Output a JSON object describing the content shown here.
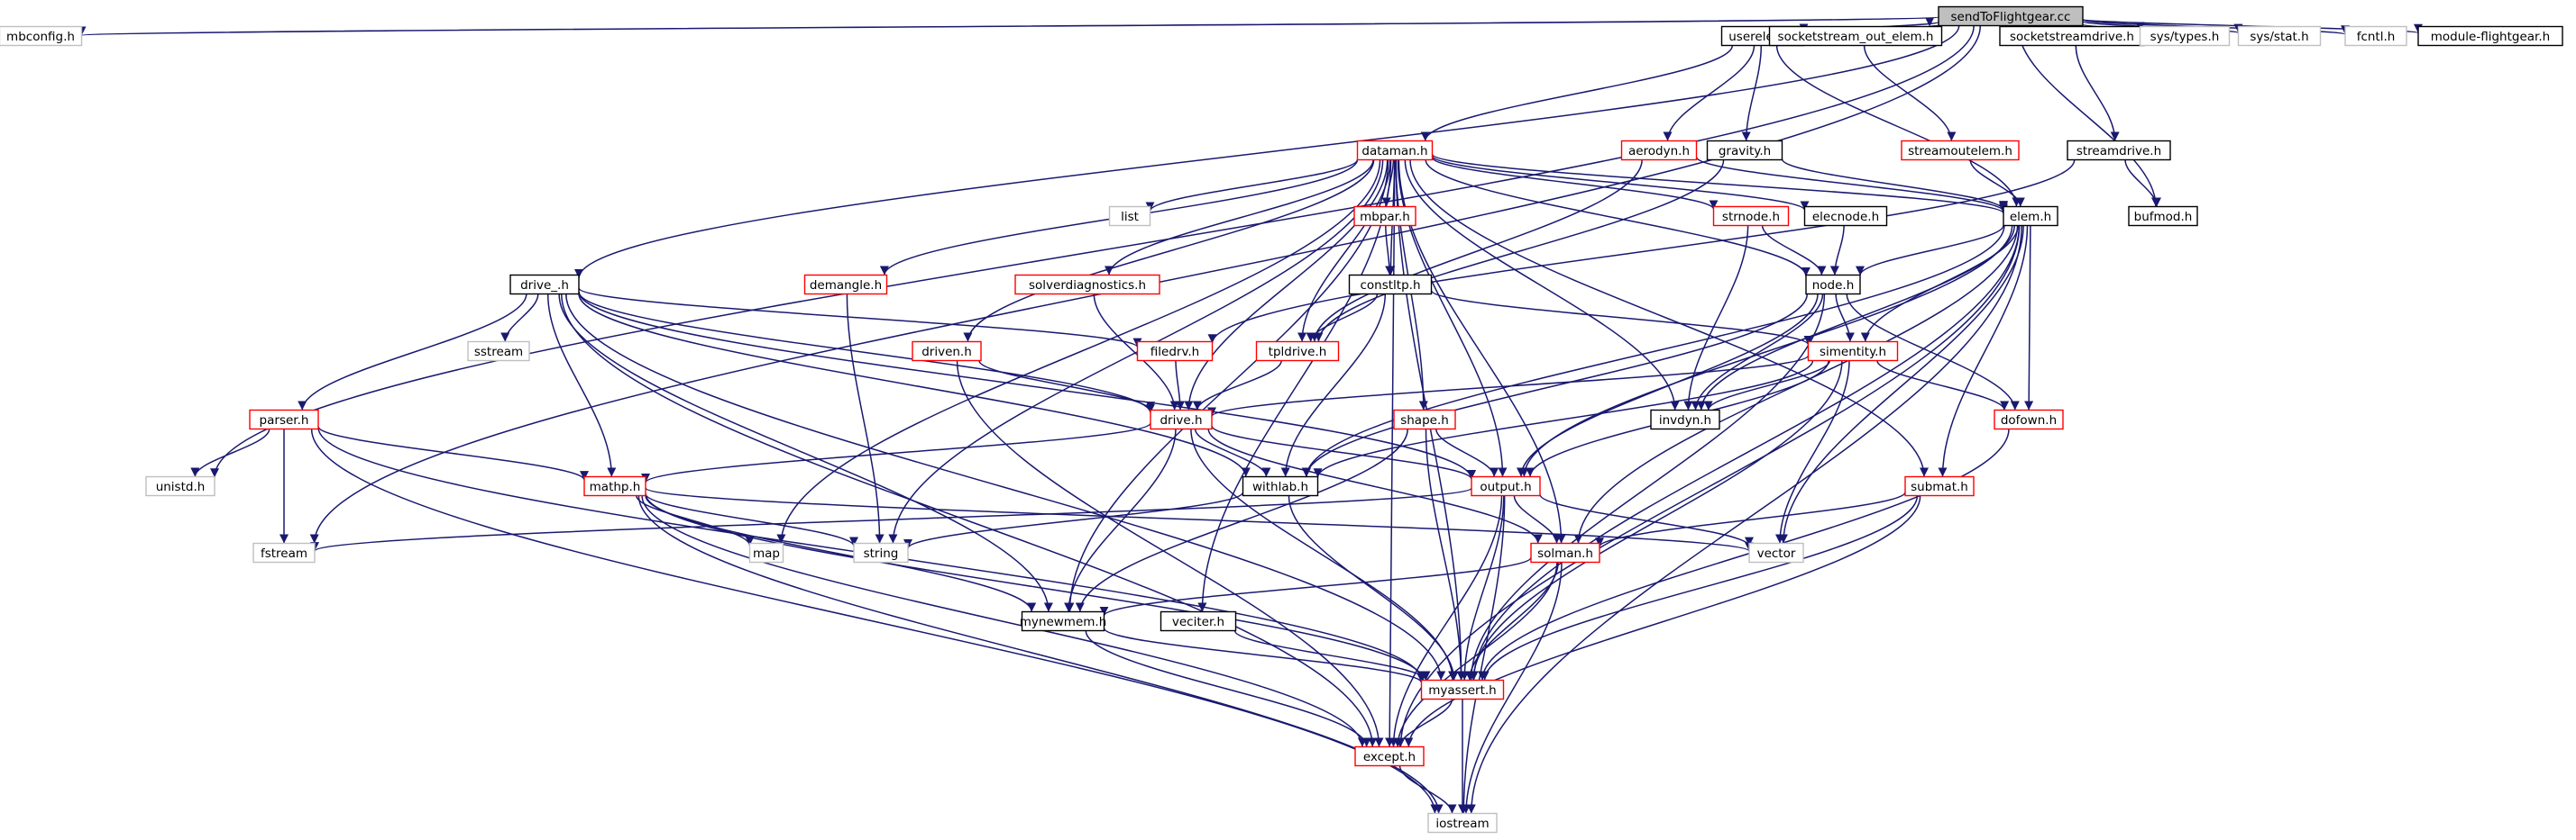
{
  "graph": {
    "nodes": [
      {
        "id": "sendToFlightgear_cc",
        "label": "sendToFlightgear.cc",
        "kind": "root"
      },
      {
        "id": "mbconfig_h",
        "label": "mbconfig.h",
        "kind": "system"
      },
      {
        "id": "userelem_h",
        "label": "userelem.h",
        "kind": "normal"
      },
      {
        "id": "socketstream_out_elem_h",
        "label": "socketstream_out_elem.h",
        "kind": "normal"
      },
      {
        "id": "socketstreamdrive_h",
        "label": "socketstreamdrive.h",
        "kind": "normal"
      },
      {
        "id": "sys_types_h",
        "label": "sys/types.h",
        "kind": "system"
      },
      {
        "id": "sys_stat_h",
        "label": "sys/stat.h",
        "kind": "system"
      },
      {
        "id": "fcntl_h",
        "label": "fcntl.h",
        "kind": "system"
      },
      {
        "id": "module_flightgear_h",
        "label": "module-flightgear.h",
        "kind": "normal"
      },
      {
        "id": "dataman_h",
        "label": "dataman.h",
        "kind": "truncated"
      },
      {
        "id": "aerodyn_h",
        "label": "aerodyn.h",
        "kind": "truncated"
      },
      {
        "id": "gravity_h",
        "label": "gravity.h",
        "kind": "normal"
      },
      {
        "id": "streamoutelem_h",
        "label": "streamoutelem.h",
        "kind": "truncated"
      },
      {
        "id": "streamdrive_h",
        "label": "streamdrive.h",
        "kind": "normal"
      },
      {
        "id": "list",
        "label": "list",
        "kind": "system"
      },
      {
        "id": "mbpar_h",
        "label": "mbpar.h",
        "kind": "truncated"
      },
      {
        "id": "strnode_h",
        "label": "strnode.h",
        "kind": "truncated"
      },
      {
        "id": "elecnode_h",
        "label": "elecnode.h",
        "kind": "normal"
      },
      {
        "id": "elem_h",
        "label": "elem.h",
        "kind": "normal"
      },
      {
        "id": "bufmod_h",
        "label": "bufmod.h",
        "kind": "normal"
      },
      {
        "id": "demangle_h",
        "label": "demangle.h",
        "kind": "truncated"
      },
      {
        "id": "solverdiagnostics_h",
        "label": "solverdiagnostics.h",
        "kind": "truncated"
      },
      {
        "id": "constltp_h",
        "label": "constltp.h",
        "kind": "normal"
      },
      {
        "id": "node_h",
        "label": "node.h",
        "kind": "normal"
      },
      {
        "id": "drive__h",
        "label": "drive_.h",
        "kind": "normal"
      },
      {
        "id": "sstream",
        "label": "sstream",
        "kind": "system"
      },
      {
        "id": "driven_h",
        "label": "driven.h",
        "kind": "truncated"
      },
      {
        "id": "filedrv_h",
        "label": "filedrv.h",
        "kind": "truncated"
      },
      {
        "id": "tpldrive_h",
        "label": "tpldrive.h",
        "kind": "truncated"
      },
      {
        "id": "simentity_h",
        "label": "simentity.h",
        "kind": "truncated"
      },
      {
        "id": "parser_h",
        "label": "parser.h",
        "kind": "truncated"
      },
      {
        "id": "drive_h",
        "label": "drive.h",
        "kind": "truncated"
      },
      {
        "id": "shape_h",
        "label": "shape.h",
        "kind": "truncated"
      },
      {
        "id": "invdyn_h",
        "label": "invdyn.h",
        "kind": "normal"
      },
      {
        "id": "dofown_h",
        "label": "dofown.h",
        "kind": "truncated"
      },
      {
        "id": "unistd_h",
        "label": "unistd.h",
        "kind": "system"
      },
      {
        "id": "mathp_h",
        "label": "mathp.h",
        "kind": "truncated"
      },
      {
        "id": "withlab_h",
        "label": "withlab.h",
        "kind": "normal"
      },
      {
        "id": "output_h",
        "label": "output.h",
        "kind": "truncated"
      },
      {
        "id": "submat_h",
        "label": "submat.h",
        "kind": "truncated"
      },
      {
        "id": "fstream",
        "label": "fstream",
        "kind": "system"
      },
      {
        "id": "map",
        "label": "map",
        "kind": "system"
      },
      {
        "id": "string",
        "label": "string",
        "kind": "system"
      },
      {
        "id": "solman_h",
        "label": "solman.h",
        "kind": "truncated"
      },
      {
        "id": "vector",
        "label": "vector",
        "kind": "system"
      },
      {
        "id": "mynewmem_h",
        "label": "mynewmem.h",
        "kind": "normal"
      },
      {
        "id": "veciter_h",
        "label": "veciter.h",
        "kind": "normal"
      },
      {
        "id": "myassert_h",
        "label": "myassert.h",
        "kind": "truncated"
      },
      {
        "id": "except_h",
        "label": "except.h",
        "kind": "truncated"
      },
      {
        "id": "iostream",
        "label": "iostream",
        "kind": "system"
      }
    ],
    "edges": [
      [
        "sendToFlightgear_cc",
        "mbconfig_h"
      ],
      [
        "sendToFlightgear_cc",
        "drive__h"
      ],
      [
        "sendToFlightgear_cc",
        "unistd_h"
      ],
      [
        "sendToFlightgear_cc",
        "fstream"
      ],
      [
        "sendToFlightgear_cc",
        "userelem_h"
      ],
      [
        "sendToFlightgear_cc",
        "socketstream_out_elem_h"
      ],
      [
        "sendToFlightgear_cc",
        "bufmod_h"
      ],
      [
        "sendToFlightgear_cc",
        "socketstreamdrive_h"
      ],
      [
        "sendToFlightgear_cc",
        "sys_types_h"
      ],
      [
        "sendToFlightgear_cc",
        "sys_stat_h"
      ],
      [
        "sendToFlightgear_cc",
        "fcntl_h"
      ],
      [
        "sendToFlightgear_cc",
        "module_flightgear_h"
      ],
      [
        "userelem_h",
        "dataman_h"
      ],
      [
        "userelem_h",
        "aerodyn_h"
      ],
      [
        "userelem_h",
        "gravity_h"
      ],
      [
        "userelem_h",
        "elem_h"
      ],
      [
        "socketstream_out_elem_h",
        "streamoutelem_h"
      ],
      [
        "socketstreamdrive_h",
        "streamdrive_h"
      ],
      [
        "streamoutelem_h",
        "elem_h"
      ],
      [
        "streamdrive_h",
        "bufmod_h"
      ],
      [
        "streamdrive_h",
        "filedrv_h"
      ],
      [
        "aerodyn_h",
        "elem_h"
      ],
      [
        "aerodyn_h",
        "tpldrive_h"
      ],
      [
        "gravity_h",
        "elem_h"
      ],
      [
        "gravity_h",
        "tpldrive_h"
      ],
      [
        "dataman_h",
        "list"
      ],
      [
        "dataman_h",
        "mbpar_h"
      ],
      [
        "dataman_h",
        "strnode_h"
      ],
      [
        "dataman_h",
        "elecnode_h"
      ],
      [
        "dataman_h",
        "elem_h"
      ],
      [
        "dataman_h",
        "demangle_h"
      ],
      [
        "dataman_h",
        "solverdiagnostics_h"
      ],
      [
        "dataman_h",
        "constltp_h"
      ],
      [
        "dataman_h",
        "driven_h"
      ],
      [
        "dataman_h",
        "tpldrive_h"
      ],
      [
        "dataman_h",
        "drive_h"
      ],
      [
        "dataman_h",
        "shape_h"
      ],
      [
        "dataman_h",
        "invdyn_h"
      ],
      [
        "dataman_h",
        "output_h"
      ],
      [
        "dataman_h",
        "solman_h"
      ],
      [
        "dataman_h",
        "map"
      ],
      [
        "dataman_h",
        "string"
      ],
      [
        "dataman_h",
        "mynewmem_h"
      ],
      [
        "dataman_h",
        "veciter_h"
      ],
      [
        "dataman_h",
        "myassert_h"
      ],
      [
        "dataman_h",
        "except_h"
      ],
      [
        "dataman_h",
        "node_h"
      ],
      [
        "dataman_h",
        "submat_h"
      ],
      [
        "mbpar_h",
        "constltp_h"
      ],
      [
        "strnode_h",
        "node_h"
      ],
      [
        "strnode_h",
        "invdyn_h"
      ],
      [
        "elecnode_h",
        "node_h"
      ],
      [
        "elem_h",
        "node_h"
      ],
      [
        "elem_h",
        "simentity_h"
      ],
      [
        "elem_h",
        "invdyn_h"
      ],
      [
        "elem_h",
        "dofown_h"
      ],
      [
        "elem_h",
        "withlab_h"
      ],
      [
        "elem_h",
        "output_h"
      ],
      [
        "elem_h",
        "submat_h"
      ],
      [
        "elem_h",
        "solman_h"
      ],
      [
        "elem_h",
        "vector"
      ],
      [
        "elem_h",
        "myassert_h"
      ],
      [
        "elem_h",
        "except_h"
      ],
      [
        "elem_h",
        "iostream"
      ],
      [
        "demangle_h",
        "string"
      ],
      [
        "solverdiagnostics_h",
        "drive_h"
      ],
      [
        "constltp_h",
        "tpldrive_h"
      ],
      [
        "constltp_h",
        "simentity_h"
      ],
      [
        "constltp_h",
        "withlab_h"
      ],
      [
        "node_h",
        "simentity_h"
      ],
      [
        "node_h",
        "dofown_h"
      ],
      [
        "node_h",
        "invdyn_h"
      ],
      [
        "node_h",
        "withlab_h"
      ],
      [
        "node_h",
        "output_h"
      ],
      [
        "node_h",
        "myassert_h"
      ],
      [
        "drive__h",
        "sstream"
      ],
      [
        "drive__h",
        "parser_h"
      ],
      [
        "drive__h",
        "filedrv_h"
      ],
      [
        "drive__h",
        "drive_h"
      ],
      [
        "drive__h",
        "mathp_h"
      ],
      [
        "drive__h",
        "withlab_h"
      ],
      [
        "drive__h",
        "output_h"
      ],
      [
        "drive__h",
        "mynewmem_h"
      ],
      [
        "drive__h",
        "myassert_h"
      ],
      [
        "drive__h",
        "except_h"
      ],
      [
        "driven_h",
        "drive_h"
      ],
      [
        "driven_h",
        "except_h"
      ],
      [
        "filedrv_h",
        "drive_h"
      ],
      [
        "tpldrive_h",
        "drive_h"
      ],
      [
        "simentity_h",
        "drive_h"
      ],
      [
        "simentity_h",
        "invdyn_h"
      ],
      [
        "simentity_h",
        "dofown_h"
      ],
      [
        "simentity_h",
        "withlab_h"
      ],
      [
        "simentity_h",
        "output_h"
      ],
      [
        "simentity_h",
        "vector"
      ],
      [
        "simentity_h",
        "myassert_h"
      ],
      [
        "parser_h",
        "unistd_h"
      ],
      [
        "parser_h",
        "fstream"
      ],
      [
        "parser_h",
        "mathp_h"
      ],
      [
        "parser_h",
        "myassert_h"
      ],
      [
        "parser_h",
        "iostream"
      ],
      [
        "drive_h",
        "mathp_h"
      ],
      [
        "drive_h",
        "withlab_h"
      ],
      [
        "drive_h",
        "output_h"
      ],
      [
        "drive_h",
        "solman_h"
      ],
      [
        "drive_h",
        "mynewmem_h"
      ],
      [
        "drive_h",
        "myassert_h"
      ],
      [
        "shape_h",
        "output_h"
      ],
      [
        "shape_h",
        "mynewmem_h"
      ],
      [
        "shape_h",
        "myassert_h"
      ],
      [
        "dofown_h",
        "myassert_h"
      ],
      [
        "mathp_h",
        "map"
      ],
      [
        "mathp_h",
        "string"
      ],
      [
        "mathp_h",
        "vector"
      ],
      [
        "mathp_h",
        "mynewmem_h"
      ],
      [
        "mathp_h",
        "myassert_h"
      ],
      [
        "mathp_h",
        "except_h"
      ],
      [
        "mathp_h",
        "iostream"
      ],
      [
        "withlab_h",
        "string"
      ],
      [
        "withlab_h",
        "myassert_h"
      ],
      [
        "output_h",
        "fstream"
      ],
      [
        "output_h",
        "vector"
      ],
      [
        "output_h",
        "solman_h"
      ],
      [
        "output_h",
        "myassert_h"
      ],
      [
        "output_h",
        "except_h"
      ],
      [
        "output_h",
        "iostream"
      ],
      [
        "submat_h",
        "solman_h"
      ],
      [
        "submat_h",
        "myassert_h"
      ],
      [
        "submat_h",
        "except_h"
      ],
      [
        "solman_h",
        "mynewmem_h"
      ],
      [
        "solman_h",
        "myassert_h"
      ],
      [
        "solman_h",
        "except_h"
      ],
      [
        "solman_h",
        "iostream"
      ],
      [
        "mynewmem_h",
        "myassert_h"
      ],
      [
        "mynewmem_h",
        "except_h"
      ],
      [
        "veciter_h",
        "myassert_h"
      ],
      [
        "myassert_h",
        "except_h"
      ],
      [
        "myassert_h",
        "iostream"
      ],
      [
        "except_h",
        "iostream"
      ]
    ]
  },
  "colors": {
    "edge": "#191970",
    "normal_border": "#000000",
    "truncated_border": "#ff0000",
    "system_border": "#bfbfbf",
    "root_fill": "#bfbfbf",
    "node_fill": "#ffffff",
    "label": "#000000"
  }
}
